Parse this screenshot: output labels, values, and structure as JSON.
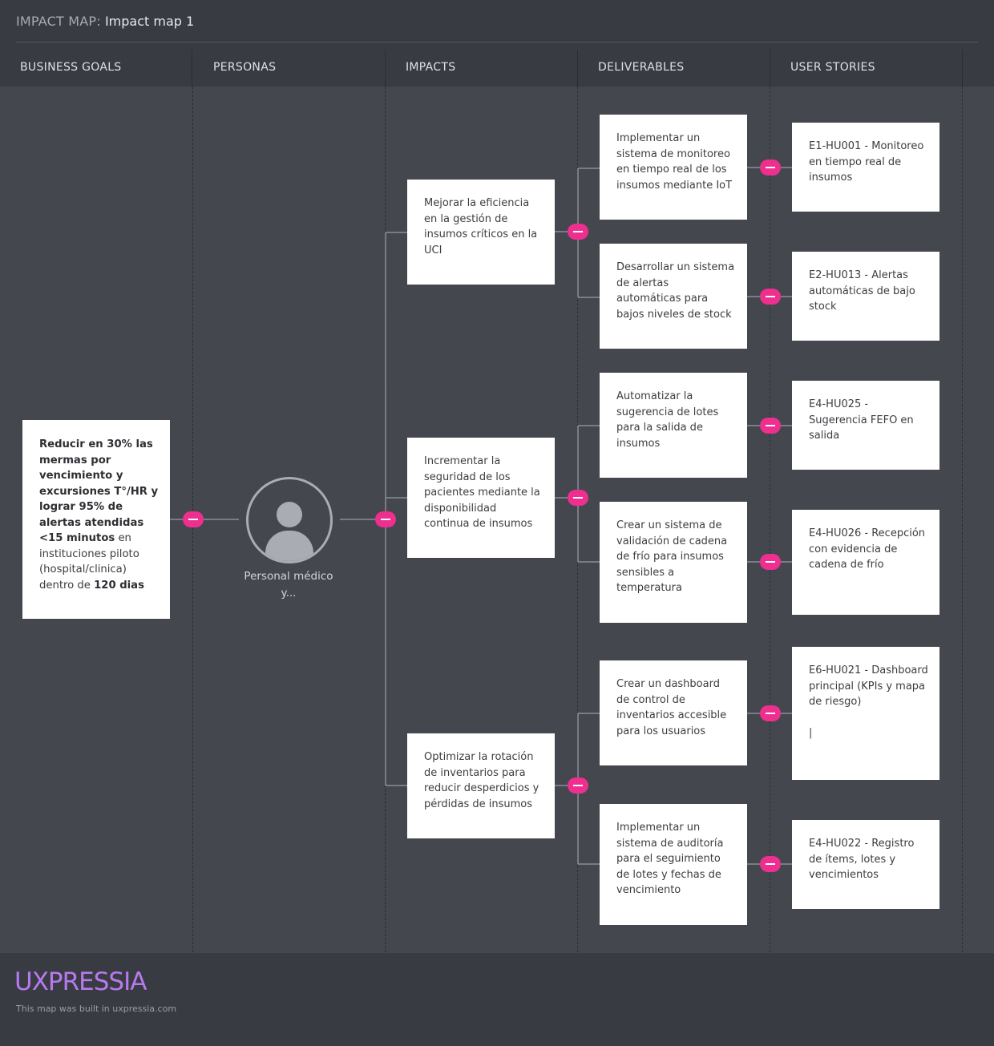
{
  "header": {
    "prefix": "IMPACT MAP:",
    "map_name": "Impact map 1"
  },
  "columns": [
    "BUSINESS GOALS",
    "PERSONAS",
    "IMPACTS",
    "DELIVERABLES",
    "USER STORIES"
  ],
  "goal": {
    "bold_text": "Reducir en 30% las mermas por vencimiento y excursiones T°/HR y lograr 95% de alertas atendidas <15 minutos",
    "text_mid": " en instituciones piloto (hospital/clinica) dentro de ",
    "bold_end": "120 dias"
  },
  "persona": {
    "name": "Personal médico y..."
  },
  "impacts": [
    "Mejorar la eficiencia en la gestión de insumos críticos en la UCI",
    "Incrementar la seguridad de los pacientes mediante la disponibilidad continua de insumos",
    "Optimizar la rotación de inventarios para reducir desperdicios y pérdidas de insumos"
  ],
  "deliverables": [
    "Implementar un sistema de monitoreo en tiempo real de los insumos mediante IoT",
    "Desarrollar un sistema de alertas automáticas para bajos niveles de stock",
    "Automatizar la sugerencia de lotes para la salida de insumos",
    "Crear un sistema de validación de cadena de frío para insumos sensibles a temperatura",
    "Crear un dashboard de control de inventarios accesible para los usuarios",
    "Implementar un sistema de auditoría para el seguimiento de lotes y fechas de vencimiento"
  ],
  "user_stories": [
    "E1-HU001 - Monitoreo en tiempo real de insumos",
    "E2-HU013 - Alertas automáticas de bajo stock",
    "E4-HU025 - Sugerencia FEFO en salida",
    "E4-HU026 - Recepción con evidencia de cadena de frío",
    "E6-HU021 - Dashboard principal (KPIs y mapa de riesgo)",
    "E4-HU022 - Registro de ítems, lotes y vencimientos"
  ],
  "user_story_extra": {
    "caret": "|"
  },
  "colors": {
    "background": "#44474e",
    "header": "#393b42",
    "card": "#ffffff",
    "toggle": "#ee2f8f",
    "line": "#9a9da3",
    "brand": "#b779ee"
  },
  "icons": {
    "toggle": "collapse-minus-icon",
    "persona": "user-avatar-icon"
  },
  "footer": {
    "brand": "UXPRESSIA",
    "note": "This map was built in uxpressia.com"
  }
}
